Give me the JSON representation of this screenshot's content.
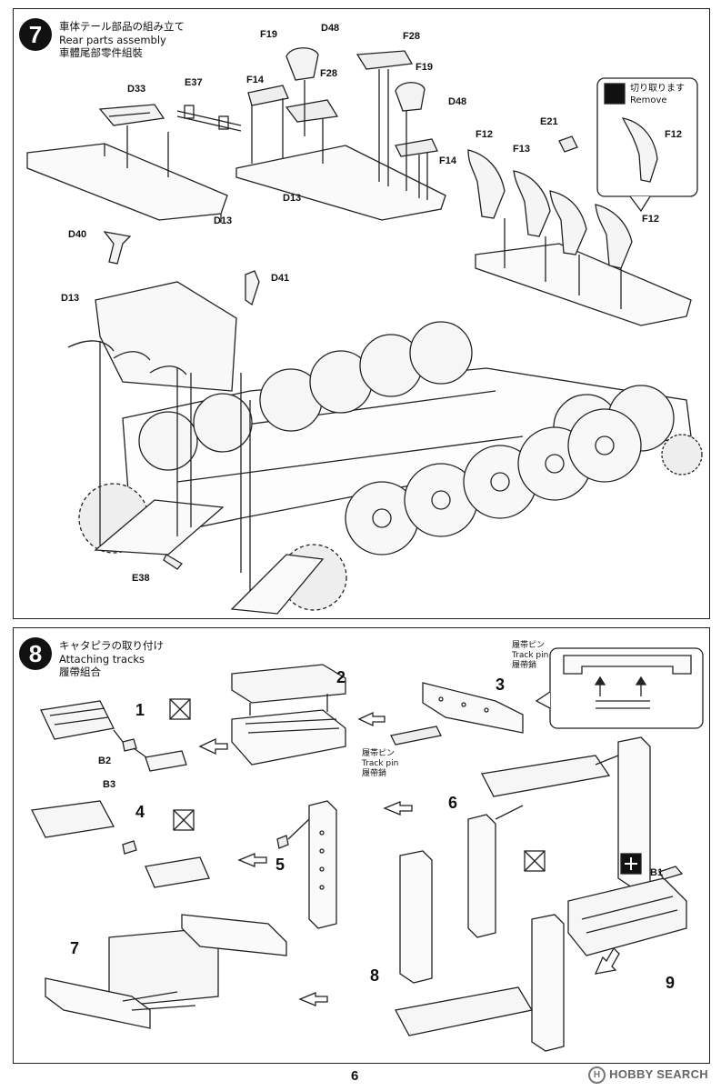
{
  "step7": {
    "number": "7",
    "title_jp": "車体テール部品の組み立て",
    "title_en": "Rear parts assembly",
    "title_cn": "車體尾部零件組裝",
    "parts": [
      "F19",
      "D48",
      "F28",
      "D33",
      "E37",
      "F14",
      "F28",
      "F19",
      "D48",
      "F14",
      "D13",
      "D13",
      "E21",
      "F12",
      "F13",
      "F12",
      "D40",
      "D13",
      "D41",
      "E38"
    ],
    "remove_jp": "切り取ります",
    "remove_en": "Remove",
    "remove_part": "F12"
  },
  "step8": {
    "number": "8",
    "title_jp": "キャタピラの取り付け",
    "title_en": "Attaching tracks",
    "title_cn": "履帶組合",
    "track_pin_jp": "履帯ピン",
    "track_pin_en": "Track pin",
    "track_pin_cn": "履帶銷",
    "parts": [
      "B2",
      "B3",
      "B1"
    ],
    "substeps": [
      "1",
      "2",
      "3",
      "4",
      "5",
      "6",
      "7",
      "8",
      "9"
    ]
  },
  "footer": {
    "page_number": "6",
    "watermark": "HOBBY SEARCH",
    "watermark_icon": "H"
  }
}
